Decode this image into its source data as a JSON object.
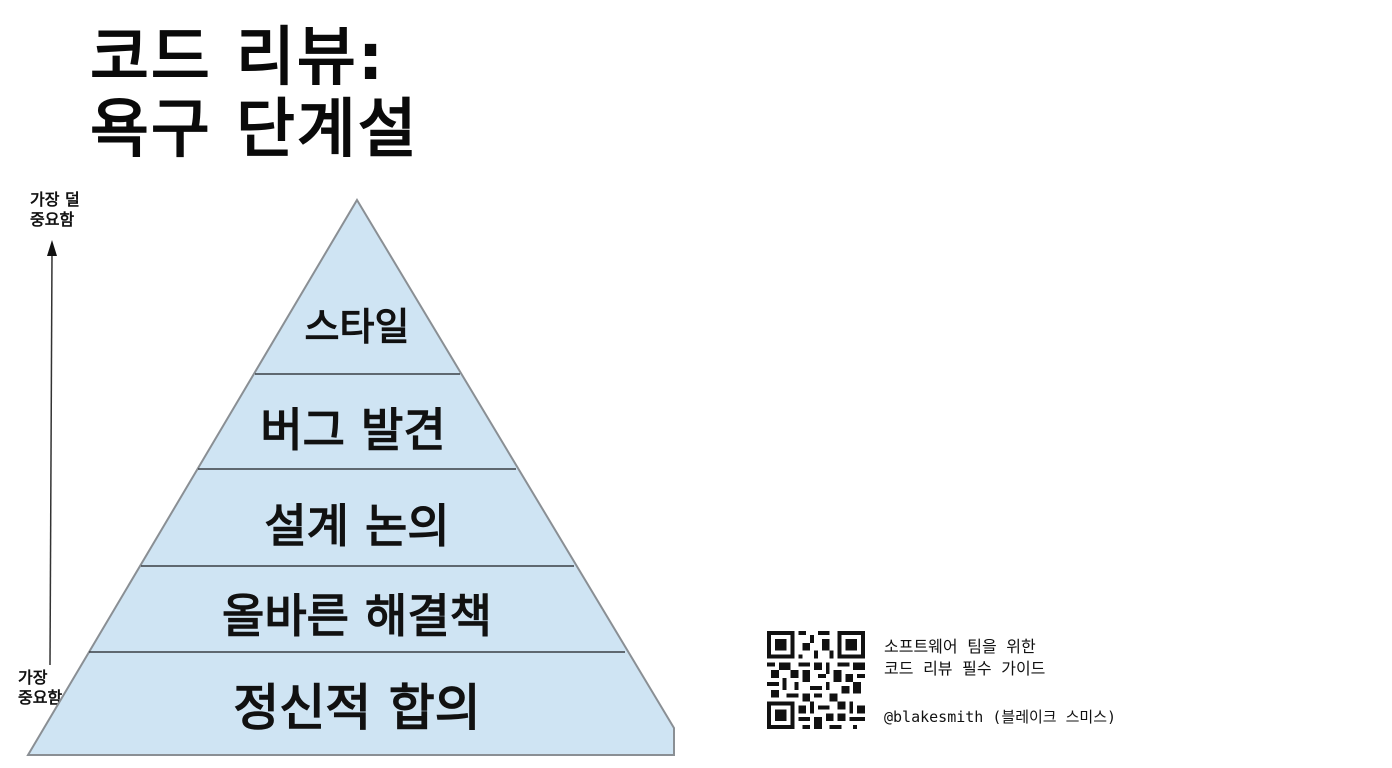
{
  "title": {
    "line1": "코드 리뷰:",
    "line2": "욕구 단계설"
  },
  "axis": {
    "top_label_line1": "가장 덜",
    "top_label_line2": "중요함",
    "bottom_label_line1": "가장",
    "bottom_label_line2": "중요함",
    "direction": "arrow-up"
  },
  "pyramid": {
    "fill_color": "#cfe4f3",
    "stroke_color": "#8a8f94",
    "divider_color": "#3a3f44",
    "layers": [
      {
        "level": 5,
        "label": "스타일"
      },
      {
        "level": 4,
        "label": "버그 발견"
      },
      {
        "level": 3,
        "label": "설계 논의"
      },
      {
        "level": 2,
        "label": "올바른 해결책"
      },
      {
        "level": 1,
        "label": "정신적 합의"
      }
    ]
  },
  "footer": {
    "qr_icon": "qr-code",
    "line1": "소프트웨어 팀을 위한",
    "line2": "코드 리뷰 필수 가이드",
    "author": "@blakesmith (블레이크 스미스)"
  }
}
